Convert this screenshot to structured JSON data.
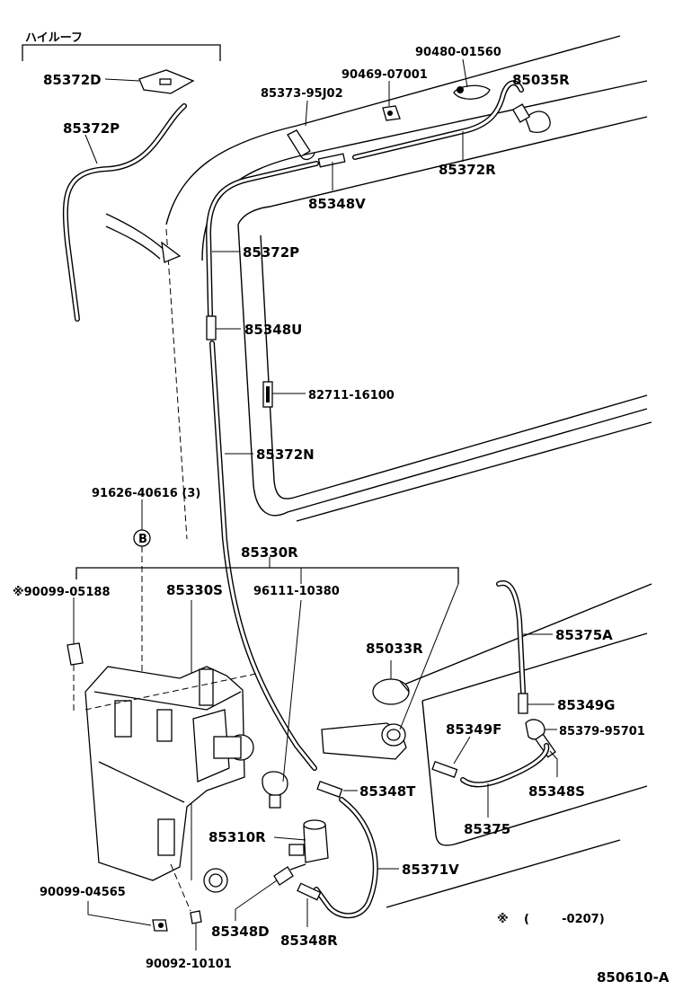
{
  "diagram": {
    "header_label": "ハイルーフ",
    "figure_id": "850610-A",
    "footnote": {
      "marker": "※",
      "range": "(        -0207)"
    },
    "part_labels": {
      "p85372D": "85372D",
      "p85372P_top": "85372P",
      "p90480": "90480-01560",
      "p90469": "90469-07001",
      "p85035R": "85035R",
      "p85373": "85373-95J02",
      "p85372R": "85372R",
      "p85348V": "85348V",
      "p85372P": "85372P",
      "p85348U": "85348U",
      "p82711": "82711-16100",
      "p85372N": "85372N",
      "p91626": "91626-40616 (3)",
      "p85330R": "85330R",
      "p90099_05188": "※90099-05188",
      "p85330S": "85330S",
      "p96111": "96111-10380",
      "p85375A": "85375A",
      "p85033R": "85033R",
      "p85349G": "85349G",
      "p85349F": "85349F",
      "p85379": "85379-95701",
      "p85348T": "85348T",
      "p85348S": "85348S",
      "p85310R": "85310R",
      "p85375": "85375",
      "p85371V": "85371V",
      "p90099_04565": "90099-04565",
      "p85348D": "85348D",
      "p85348R": "85348R",
      "p90092": "90092-10101"
    },
    "callout_B": "B"
  }
}
